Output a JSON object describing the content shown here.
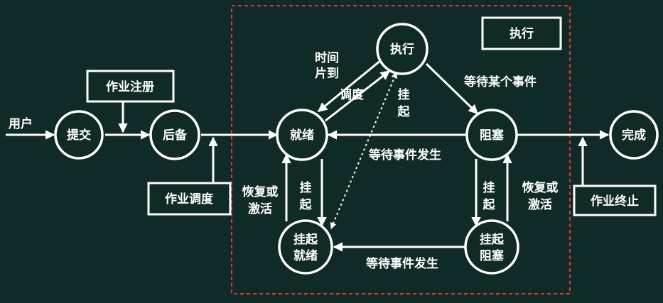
{
  "nodes": {
    "submit": "提交",
    "backup": "后备",
    "ready": "就绪",
    "run": "执行",
    "blocked": "阻塞",
    "done": "完成",
    "suspended_ready": [
      "挂起",
      "就绪"
    ],
    "suspended_blocked": [
      "挂起",
      "阻塞"
    ]
  },
  "boxes": {
    "job_register": "作业注册",
    "job_schedule": "作业调度",
    "job_terminate": "作业终止",
    "execute": "执行"
  },
  "labels": {
    "user": "用户",
    "time_slice": [
      "时间",
      "片到"
    ],
    "dispatch": "调度",
    "suspend_run": [
      "挂",
      "起"
    ],
    "wait_event": "等待某个事件",
    "event_occurs_top": "等待事件发生",
    "event_occurs_bottom": "等待事件发生",
    "resume_left": [
      "恢复或",
      "激活"
    ],
    "resume_right": [
      "恢复或",
      "激活"
    ],
    "suspend_left": [
      "挂",
      "起"
    ],
    "suspend_right": [
      "挂",
      "起"
    ]
  }
}
